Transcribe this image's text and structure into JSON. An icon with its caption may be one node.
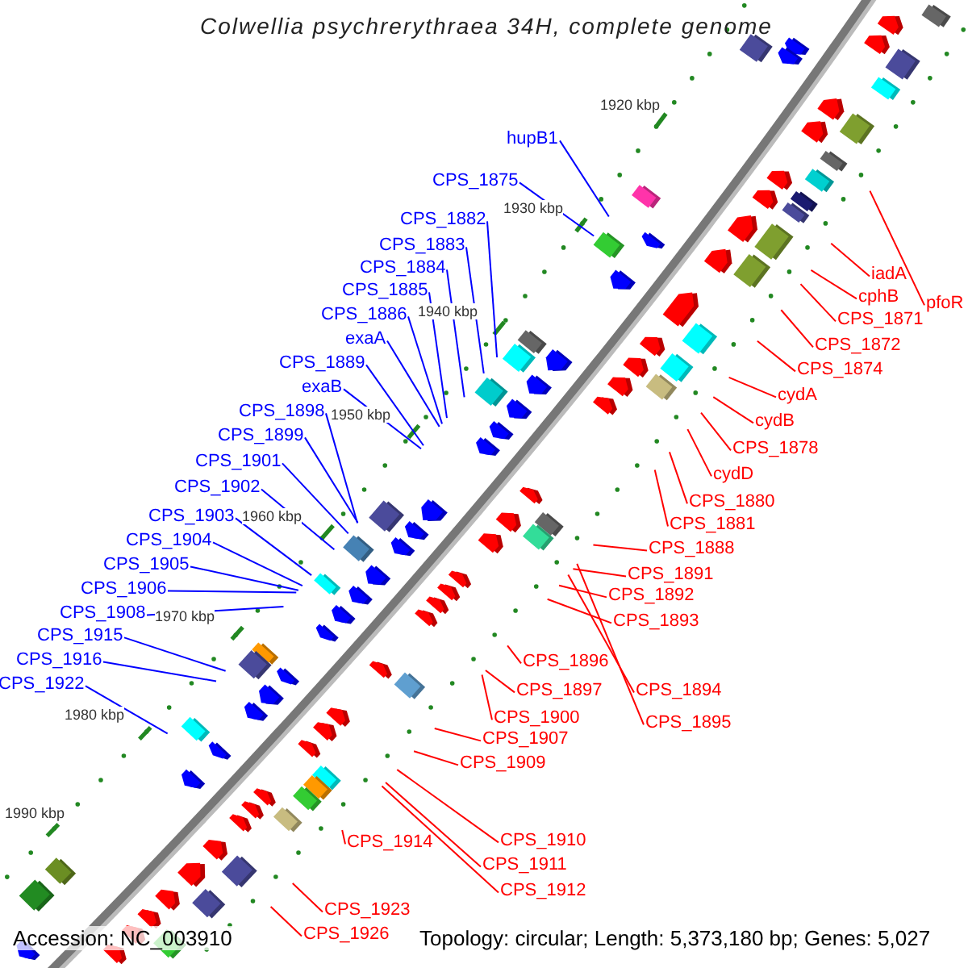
{
  "diagram": {
    "title": "Colwellia psychrerythraea 34H, complete genome",
    "nodes": [
      {
        "text": [
          "hupB1"
        ]
      },
      {
        "text": [
          "CPS_1875"
        ]
      },
      {
        "text": [
          "CPS_1882"
        ]
      },
      {
        "text": [
          "CPS_1883"
        ]
      },
      {
        "text": [
          "CPS_1884"
        ]
      },
      {
        "text": [
          "CPS_1885"
        ]
      },
      {
        "text": [
          "CPS_1886"
        ]
      },
      {
        "text": [
          "exaA"
        ]
      },
      {
        "text": [
          "CPS_1889"
        ]
      },
      {
        "text": [
          "exaB"
        ]
      },
      {
        "text": [
          "CPS_1898"
        ]
      },
      {
        "text": [
          "CPS_1899"
        ]
      },
      {
        "text": [
          "CPS_1901"
        ]
      },
      {
        "text": [
          "CPS_1902"
        ]
      },
      {
        "text": [
          "CPS_1903"
        ]
      },
      {
        "text": [
          "CPS_1904"
        ]
      },
      {
        "text": [
          "CPS_1905"
        ]
      },
      {
        "text": [
          "CPS_1906"
        ]
      },
      {
        "text": [
          "CPS_1908"
        ]
      },
      {
        "text": [
          "CPS_1915"
        ]
      },
      {
        "text": [
          "CPS_1916"
        ]
      },
      {
        "text": [
          "CPS_1922"
        ]
      },
      {
        "text": [
          "iadA"
        ]
      },
      {
        "text": [
          "pfoR"
        ]
      },
      {
        "text": [
          "cphB"
        ]
      },
      {
        "text": [
          "CPS_1871"
        ]
      },
      {
        "text": [
          "CPS_1872"
        ]
      },
      {
        "text": [
          "CPS_1874"
        ]
      },
      {
        "text": [
          "cydA"
        ]
      },
      {
        "text": [
          "cydB"
        ]
      },
      {
        "text": [
          "CPS_1878"
        ]
      },
      {
        "text": [
          "cydD"
        ]
      },
      {
        "text": [
          "CPS_1880"
        ]
      },
      {
        "text": [
          "CPS_1881"
        ]
      },
      {
        "text": [
          "CPS_1888"
        ]
      },
      {
        "text": [
          "CPS_1891"
        ]
      },
      {
        "text": [
          "CPS_1892"
        ]
      },
      {
        "text": [
          "CPS_1893"
        ]
      },
      {
        "text": [
          "CPS_1896"
        ]
      },
      {
        "text": [
          "CPS_1894"
        ]
      },
      {
        "text": [
          "CPS_1897"
        ]
      },
      {
        "text": [
          "CPS_1895"
        ]
      },
      {
        "text": [
          "CPS_1900"
        ]
      },
      {
        "text": [
          "CPS_1907"
        ]
      },
      {
        "text": [
          "CPS_1909"
        ]
      },
      {
        "text": [
          "CPS_1910"
        ]
      },
      {
        "text": [
          "CPS_1914"
        ]
      },
      {
        "text": [
          "CPS_1911"
        ]
      },
      {
        "text": [
          "CPS_1912"
        ]
      },
      {
        "text": [
          "CPS_1923"
        ]
      },
      {
        "text": [
          "CPS_1926"
        ]
      }
    ],
    "edges": [
      {
        "from": 0,
        "to": null,
        "arrow": "none",
        "color": "#0000ff"
      },
      {
        "from": 1,
        "to": null,
        "arrow": "none",
        "color": "#0000ff"
      },
      {
        "from": 2,
        "to": null,
        "arrow": "none",
        "color": "#0000ff"
      },
      {
        "from": 3,
        "to": null,
        "arrow": "none",
        "color": "#0000ff"
      },
      {
        "from": 4,
        "to": null,
        "arrow": "none",
        "color": "#0000ff"
      },
      {
        "from": 5,
        "to": null,
        "arrow": "none",
        "color": "#0000ff"
      },
      {
        "from": 6,
        "to": null,
        "arrow": "none",
        "color": "#0000ff"
      },
      {
        "from": 7,
        "to": null,
        "arrow": "none",
        "color": "#0000ff"
      },
      {
        "from": 8,
        "to": null,
        "arrow": "none",
        "color": "#0000ff"
      },
      {
        "from": 9,
        "to": null,
        "arrow": "none",
        "color": "#0000ff"
      },
      {
        "from": 10,
        "to": null,
        "arrow": "none",
        "color": "#0000ff"
      },
      {
        "from": 11,
        "to": null,
        "arrow": "none",
        "color": "#0000ff"
      },
      {
        "from": 12,
        "to": null,
        "arrow": "none",
        "color": "#0000ff"
      },
      {
        "from": 13,
        "to": null,
        "arrow": "none",
        "color": "#0000ff"
      },
      {
        "from": 14,
        "to": null,
        "arrow": "none",
        "color": "#0000ff"
      },
      {
        "from": 15,
        "to": null,
        "arrow": "none",
        "color": "#0000ff"
      },
      {
        "from": 16,
        "to": null,
        "arrow": "none",
        "color": "#0000ff"
      },
      {
        "from": 17,
        "to": null,
        "arrow": "none",
        "color": "#0000ff"
      },
      {
        "from": 18,
        "to": null,
        "arrow": "none",
        "color": "#0000ff"
      },
      {
        "from": 19,
        "to": null,
        "arrow": "none",
        "color": "#0000ff"
      },
      {
        "from": 20,
        "to": null,
        "arrow": "none",
        "color": "#0000ff"
      },
      {
        "from": 21,
        "to": null,
        "arrow": "none",
        "color": "#0000ff"
      },
      {
        "from": 22,
        "to": null,
        "arrow": "none"
      },
      {
        "from": 23,
        "to": null,
        "arrow": "none"
      },
      {
        "from": 24,
        "to": null,
        "arrow": "none"
      },
      {
        "from": 25,
        "to": null,
        "arrow": "none"
      },
      {
        "from": 26,
        "to": null,
        "arrow": "none"
      },
      {
        "from": 27,
        "to": null,
        "arrow": "none"
      },
      {
        "from": 28,
        "to": null,
        "arrow": "none"
      },
      {
        "from": 29,
        "to": null,
        "arrow": "none"
      },
      {
        "from": 30,
        "to": null,
        "arrow": "none"
      },
      {
        "from": 31,
        "to": null,
        "arrow": "none"
      },
      {
        "from": 32,
        "to": null,
        "arrow": "none"
      },
      {
        "from": 33,
        "to": null,
        "arrow": "none"
      },
      {
        "from": 34,
        "to": null,
        "arrow": "none"
      },
      {
        "from": 35,
        "to": null,
        "arrow": "none"
      },
      {
        "from": 36,
        "to": null,
        "arrow": "none"
      },
      {
        "from": 37,
        "to": null,
        "arrow": "none"
      },
      {
        "from": 38,
        "to": null,
        "arrow": "none"
      },
      {
        "from": 39,
        "to": null,
        "arrow": "none"
      },
      {
        "from": 40,
        "to": null,
        "arrow": "none"
      },
      {
        "from": 41,
        "to": null,
        "arrow": "none"
      },
      {
        "from": 42,
        "to": null,
        "arrow": "none"
      },
      {
        "from": 43,
        "to": null,
        "arrow": "none"
      },
      {
        "from": 44,
        "to": null,
        "arrow": "none"
      },
      {
        "from": 45,
        "to": null,
        "arrow": "none"
      },
      {
        "from": 46,
        "to": null,
        "arrow": "none"
      },
      {
        "from": 47,
        "to": null,
        "arrow": "none"
      },
      {
        "from": 48,
        "to": null,
        "arrow": "none"
      },
      {
        "from": 49,
        "to": null,
        "arrow": "none"
      },
      {
        "from": 50,
        "to": null,
        "arrow": "none"
      }
    ],
    "labels": [
      "1920 kbp",
      "1930 kbp",
      "1940 kbp",
      "1950 kbp",
      "1960 kbp",
      "1970 kbp",
      "1980 kbp",
      "1990 kbp",
      "Accession: NC_003910",
      "Topology: circular; Length: 5,373,180 bp; Genes: 5,027"
    ]
  }
}
